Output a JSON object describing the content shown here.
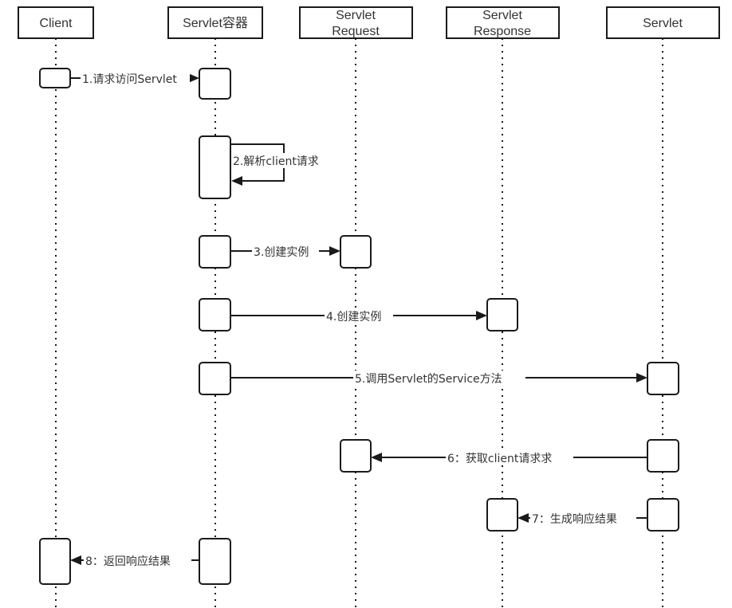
{
  "participants": [
    {
      "label_lines": [
        "Client"
      ]
    },
    {
      "label_lines": [
        "Servlet容器"
      ]
    },
    {
      "label_lines": [
        "Servlet",
        "Request"
      ]
    },
    {
      "label_lines": [
        "Servlet",
        "Response"
      ]
    },
    {
      "label_lines": [
        "Servlet"
      ]
    }
  ],
  "messages": [
    {
      "label": "1.请求访问Servlet"
    },
    {
      "label": "2.解析client请求"
    },
    {
      "label": "3.创建实例"
    },
    {
      "label": "4.创建实例"
    },
    {
      "label": "5.调用Servlet的Service方法"
    },
    {
      "label": "6：获取client请求求"
    },
    {
      "label": "7：生成响应结果"
    },
    {
      "label": "8：返回响应结果"
    }
  ]
}
